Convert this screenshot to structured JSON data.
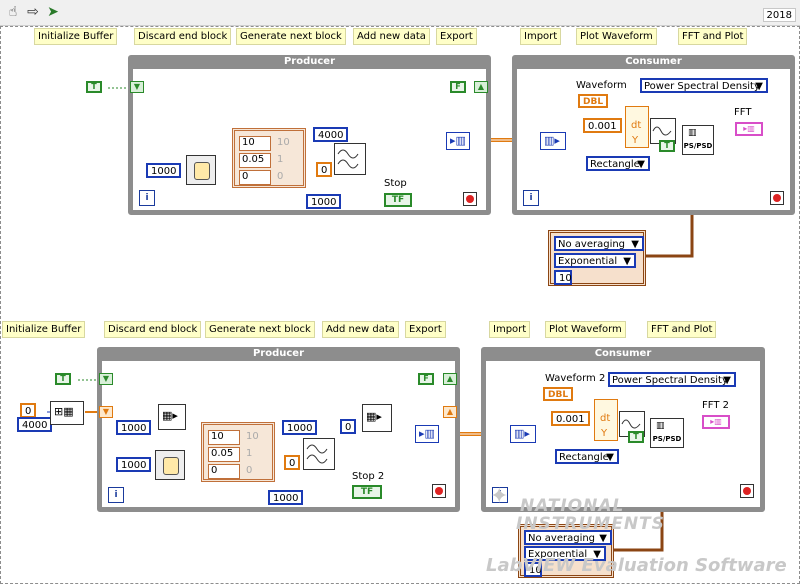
{
  "toolbar": {
    "icons": [
      "hand-tool-icon",
      "step-arrow-icon",
      "run-arrow-icon"
    ],
    "year": "2018"
  },
  "diagram1": {
    "labels": [
      "Initialize Buffer",
      "Discard end block",
      "Generate next block",
      "Add new data",
      "Export",
      "Import",
      "Plot Waveform",
      "FFT and Plot"
    ],
    "producer": {
      "title": "Producer",
      "bool_true": "T",
      "bool_false": "F",
      "samples": "4000",
      "wait_ms": "1000",
      "cluster": [
        "10",
        "0.05",
        "0"
      ],
      "cluster_dim": [
        "10",
        "1",
        "0"
      ],
      "offset": "0",
      "rate": "1000",
      "stop_label": "Stop",
      "stop_bool": "TF",
      "iter": "i"
    },
    "consumer": {
      "title": "Consumer",
      "waveform_label": "Waveform",
      "dbl_tag": "DBL",
      "psd_mode": "Power Spectral Density",
      "dt_value": "0.001",
      "dt_tag": "dt",
      "y_tag": "Y",
      "window": "Rectangle",
      "fft_label": "FFT",
      "psd_node": "PS/PSD",
      "bool_true": "T",
      "iter": "i"
    },
    "averaging": {
      "mode": "No averaging",
      "weighting": "Exponential",
      "count": "10"
    }
  },
  "diagram2": {
    "labels": [
      "Initialize Buffer",
      "Discard end block",
      "Generate next block",
      "Add new data",
      "Export",
      "Import",
      "Plot Waveform",
      "FFT and Plot"
    ],
    "init": {
      "zero": "0",
      "size": "4000"
    },
    "producer": {
      "title": "Producer",
      "bool_true": "T",
      "bool_false": "F",
      "num_a": "1000",
      "num_b": "1000",
      "samples": "1000",
      "cluster": [
        "10",
        "0.05",
        "0"
      ],
      "cluster_dim": [
        "10",
        "1",
        "0"
      ],
      "offset": "0",
      "index": "0",
      "rate": "1000",
      "stop_label": "Stop 2",
      "stop_bool": "TF",
      "iter": "i"
    },
    "consumer": {
      "title": "Consumer",
      "waveform_label": "Waveform 2",
      "dbl_tag": "DBL",
      "psd_mode": "Power Spectral Density",
      "dt_value": "0.001",
      "dt_tag": "dt",
      "y_tag": "Y",
      "window": "Rectangle",
      "fft_label": "FFT 2",
      "psd_node": "PS/PSD",
      "bool_true": "T",
      "iter": "i"
    },
    "averaging": {
      "mode": "No averaging",
      "weighting": "Exponential",
      "count": "10"
    }
  },
  "watermark": {
    "brand_line1": "NATIONAL",
    "brand_line2": "INSTRUMENTS",
    "product": "LabVIEW  Evaluation Software"
  },
  "colors": {
    "orange_wire": "#e07a10",
    "blue_wire": "#1a3ab4",
    "green_wire": "#2a8a2a",
    "loop_gray": "#8d8d8d",
    "cluster_brown": "#8b4513"
  }
}
